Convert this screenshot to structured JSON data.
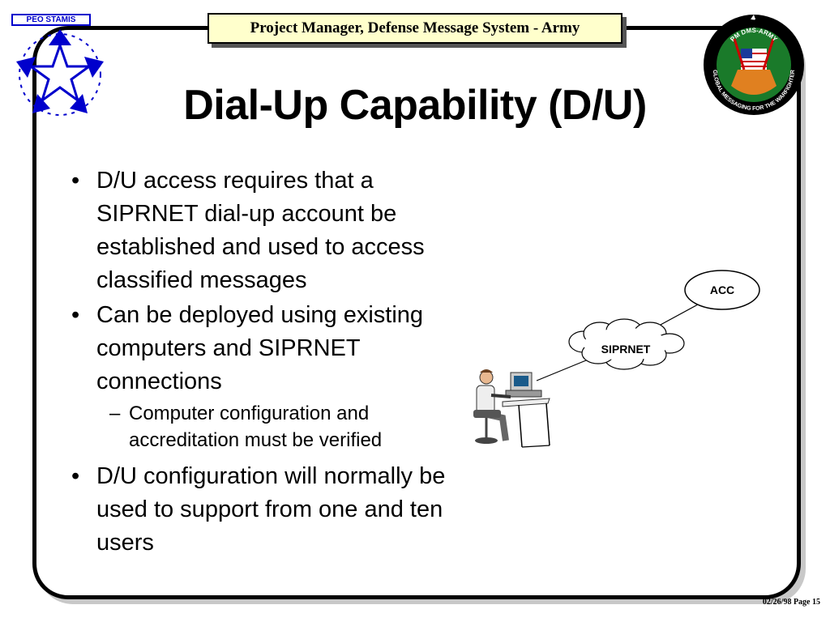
{
  "header": {
    "banner_text": "Project Manager, Defense Message System - Army",
    "peo_label": "PEO STAMIS"
  },
  "seal": {
    "top_text": "PM DMS-ARMY",
    "ring_text": "GLOBAL MESSAGING FOR THE WARFIGHTER"
  },
  "slide": {
    "title": "Dial-Up Capability (D/U)",
    "bullets": [
      "D/U access requires that a SIPRNET dial-up account be established and used to access classified messages",
      "Can be deployed using existing computers and SIPRNET connections",
      "D/U configuration will normally be used to support from one and ten users"
    ],
    "sub_bullet": "Computer configuration and accreditation must be verified",
    "bullet_mark": "•",
    "sub_mark": "–"
  },
  "diagram": {
    "acc_label": "ACC",
    "cloud_label": "SIPRNET"
  },
  "footer": {
    "text": "02/26/98  Page 15"
  },
  "colors": {
    "banner_bg": "#ffffcc",
    "peo_blue": "#0000cc",
    "seal_green": "#1a7a2a",
    "seal_orange": "#e08020"
  }
}
